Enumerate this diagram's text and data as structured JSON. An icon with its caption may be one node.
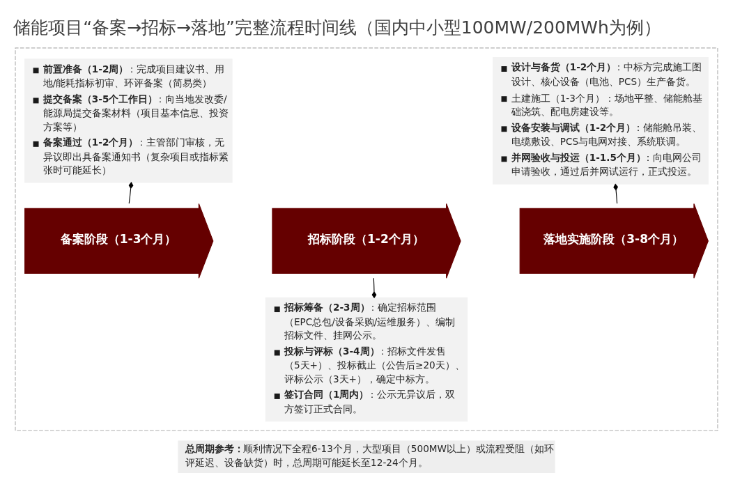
{
  "diagram": {
    "title": "储能项目“备案→招标→落地”完整流程时间线（国内中小型100MW/200MWh为例）",
    "nodes": [
      {
        "text": [],
        "shape": "box"
      },
      {
        "text": [
          "备案阶段（1-3个月）"
        ],
        "in": 0
      },
      {
        "text": [
          "招标阶段（1-2个月）"
        ],
        "in": 0
      },
      {
        "text": [
          "落地实施阶段（3-8个月）"
        ],
        "in": 0
      },
      {
        "text": [
          "**前置准备（1-2周）**：完成项目建议书、用地/能耗指标初审、环评备案（简易类）",
          "**提交备案（3-5个工作日）**：向当地发改委/能源局提交备案材料（项目基本信息、投资方案等）",
          "**备案通过（1-2个月）**：主管部门审核，无异议即出具备案通知书（复杂项目或指标紧张时可能延长）"
        ],
        "in": 0
      },
      {
        "text": [
          "**招标筹备（2-3周）**：确定招标范围（EPC总包/设备采购/运维服务）、编制招标文件、挂网公示。",
          "**投标与评标（3-4周）**：招标文件发售（5天+）、投标截止（公告后≥20天）、评标公示（3天+），确定中标方。",
          "**签订合同（1周内）**：公示无异议后，双方签订正式合同。"
        ],
        "in": 0
      },
      {
        "text": [
          "**设计与备货（1-2个月）**：中标方完成施工图设计、核心设备（电池、PCS）生产备货。",
          "土建施工（1-3个月）：场地平整、储能舱基础浇筑、配电房建设等。",
          "**设备安装与调试（1-2个月）**：储能舱吊装、电缆敷设、PCS与电网对接、系统联调。",
          "**并网验收与投运（1-1.5个月）**：向电网公司申请验收，通过后并网试运行，正式投运。"
        ],
        "in": 0
      },
      {
        "text": [
          "**总周期参考：**顺利情况下全程6-13个月，大型项目（500MW以上）或流程受阻（如环评延迟、设备缺货）时，总周期可能延长至12-24个月。"
        ]
      }
    ],
    "edges": [
      {
        "from": 1,
        "to": 4,
        "arrow": "other"
      },
      {
        "from": 2,
        "to": 5,
        "arrow": "other"
      },
      {
        "from": 3,
        "to": 6,
        "arrow": "other"
      }
    ]
  }
}
